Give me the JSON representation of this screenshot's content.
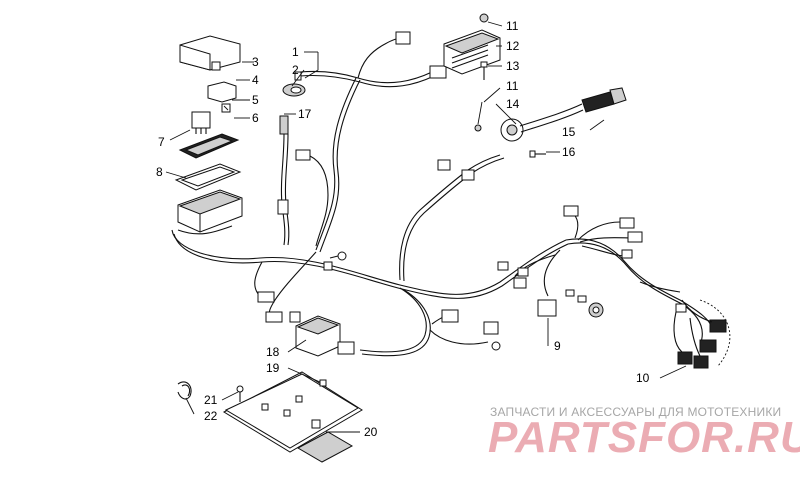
{
  "callouts": [
    {
      "id": "1",
      "text": "1"
    },
    {
      "id": "2",
      "text": "2"
    },
    {
      "id": "3",
      "text": "3"
    },
    {
      "id": "4",
      "text": "4"
    },
    {
      "id": "5",
      "text": "5"
    },
    {
      "id": "6",
      "text": "6"
    },
    {
      "id": "7",
      "text": "7"
    },
    {
      "id": "8",
      "text": "8"
    },
    {
      "id": "9",
      "text": "9"
    },
    {
      "id": "10",
      "text": "10"
    },
    {
      "id": "11a",
      "text": "11"
    },
    {
      "id": "11b",
      "text": "11"
    },
    {
      "id": "12",
      "text": "12"
    },
    {
      "id": "13",
      "text": "13"
    },
    {
      "id": "14",
      "text": "14"
    },
    {
      "id": "15",
      "text": "15"
    },
    {
      "id": "16",
      "text": "16"
    },
    {
      "id": "17",
      "text": "17"
    },
    {
      "id": "18",
      "text": "18"
    },
    {
      "id": "19",
      "text": "19"
    },
    {
      "id": "20",
      "text": "20"
    },
    {
      "id": "21",
      "text": "21"
    },
    {
      "id": "22",
      "text": "22"
    }
  ],
  "watermark": {
    "tagline": "ЗАПЧАСТИ И АКСЕССУАРЫ ДЛЯ МОТОТЕХНИКИ",
    "logo": "PARTSFOR.RU"
  }
}
